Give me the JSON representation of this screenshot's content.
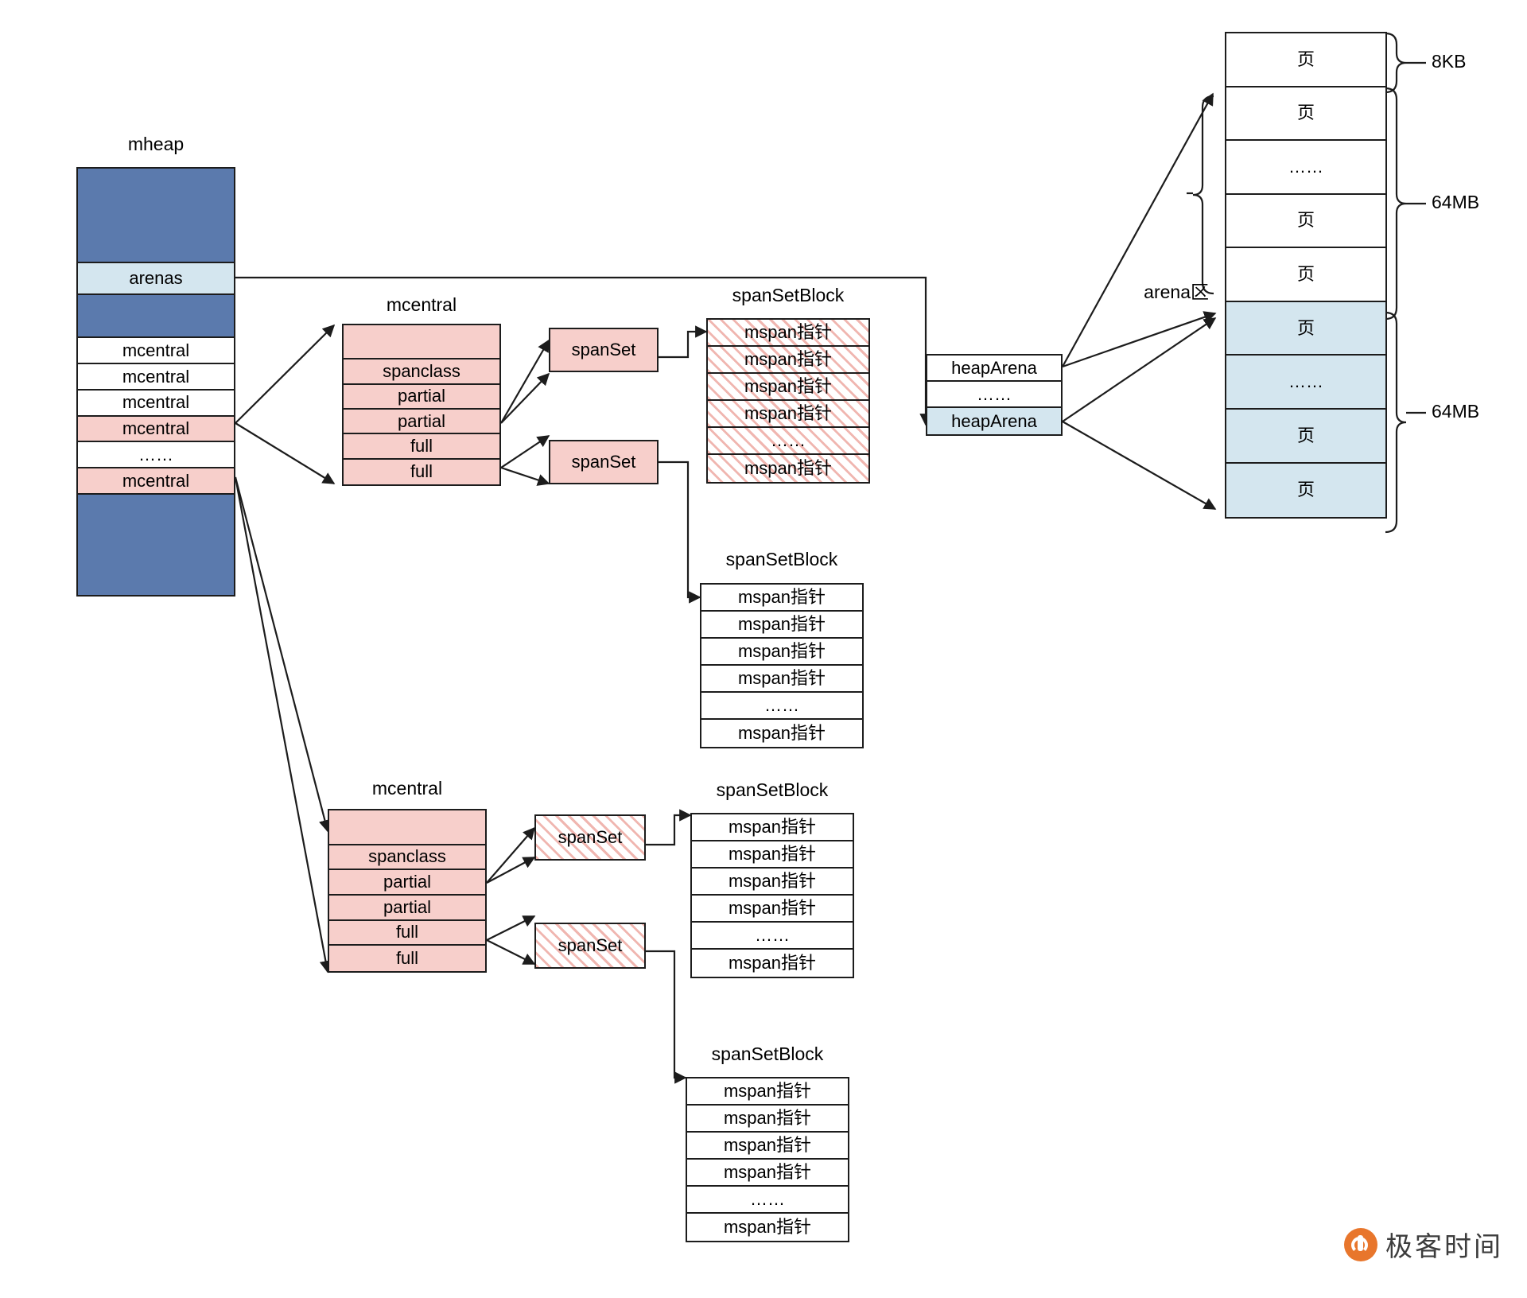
{
  "diagram": {
    "title": "Go mheap / mcentral / spanSet / heapArena structure",
    "colors": {
      "dark_blue": "#5b7aad",
      "light_blue": "#d4e6ef",
      "pink": "#f7cfcb",
      "hatch_pink": "#f0b6b0",
      "stroke": "#1c1c1c",
      "brand_orange": "#e8762c"
    }
  },
  "mheap": {
    "caption": "mheap",
    "rows": [
      {
        "label": "",
        "fill": "dark_blue"
      },
      {
        "label": "arenas",
        "fill": "light_blue"
      },
      {
        "label": "",
        "fill": "dark_blue"
      },
      {
        "label": "mcentral",
        "fill": "white"
      },
      {
        "label": "mcentral",
        "fill": "white"
      },
      {
        "label": "mcentral",
        "fill": "white"
      },
      {
        "label": "mcentral",
        "fill": "pink"
      },
      {
        "label": "……",
        "fill": "white"
      },
      {
        "label": "mcentral",
        "fill": "pink"
      },
      {
        "label": "",
        "fill": "dark_blue"
      }
    ]
  },
  "mcentral_top": {
    "caption": "mcentral",
    "rows": [
      {
        "label": "",
        "fill": "pink"
      },
      {
        "label": "spanclass",
        "fill": "pink"
      },
      {
        "label": "partial",
        "fill": "pink"
      },
      {
        "label": "partial",
        "fill": "pink"
      },
      {
        "label": "full",
        "fill": "pink"
      },
      {
        "label": "full",
        "fill": "pink"
      }
    ]
  },
  "mcentral_bottom": {
    "caption": "mcentral",
    "rows": [
      {
        "label": "",
        "fill": "pink"
      },
      {
        "label": "spanclass",
        "fill": "pink"
      },
      {
        "label": "partial",
        "fill": "pink"
      },
      {
        "label": "partial",
        "fill": "pink"
      },
      {
        "label": "full",
        "fill": "pink"
      },
      {
        "label": "full",
        "fill": "pink"
      }
    ]
  },
  "spansets": {
    "top_partial": {
      "label": "spanSet",
      "fill": "pink"
    },
    "top_full": {
      "label": "spanSet",
      "fill": "pink"
    },
    "bottom_partial": {
      "label": "spanSet",
      "fill": "hatch"
    },
    "bottom_full": {
      "label": "spanSet",
      "fill": "hatch"
    }
  },
  "spansetblocks": {
    "block1": {
      "caption": "spanSetBlock",
      "fill": "hatch",
      "rows": [
        "mspan指针",
        "mspan指针",
        "mspan指针",
        "mspan指针",
        "……",
        "mspan指针"
      ]
    },
    "block2": {
      "caption": "spanSetBlock",
      "fill": "white",
      "rows": [
        "mspan指针",
        "mspan指针",
        "mspan指针",
        "mspan指针",
        "……",
        "mspan指针"
      ]
    },
    "block3": {
      "caption": "spanSetBlock",
      "fill": "white",
      "rows": [
        "mspan指针",
        "mspan指针",
        "mspan指针",
        "mspan指针",
        "……",
        "mspan指针"
      ]
    },
    "block4": {
      "caption": "spanSetBlock",
      "fill": "white",
      "rows": [
        "mspan指针",
        "mspan指针",
        "mspan指针",
        "mspan指针",
        "……",
        "mspan指针"
      ]
    }
  },
  "heaparena_list": {
    "rows": [
      {
        "label": "heapArena",
        "fill": "white"
      },
      {
        "label": "……",
        "fill": "white"
      },
      {
        "label": "heapArena",
        "fill": "light_blue"
      }
    ]
  },
  "arena_region": {
    "label": "arena区",
    "pages": [
      {
        "label": "页",
        "fill": "white"
      },
      {
        "label": "页",
        "fill": "white"
      },
      {
        "label": "……",
        "fill": "white"
      },
      {
        "label": "页",
        "fill": "white"
      },
      {
        "label": "页",
        "fill": "white"
      },
      {
        "label": "页",
        "fill": "light_blue"
      },
      {
        "label": "……",
        "fill": "light_blue"
      },
      {
        "label": "页",
        "fill": "light_blue"
      },
      {
        "label": "页",
        "fill": "light_blue"
      }
    ],
    "size_labels": [
      {
        "text": "8KB"
      },
      {
        "text": "64MB"
      },
      {
        "text": "64MB"
      }
    ]
  },
  "logo": {
    "wordmark": "极客时间"
  }
}
